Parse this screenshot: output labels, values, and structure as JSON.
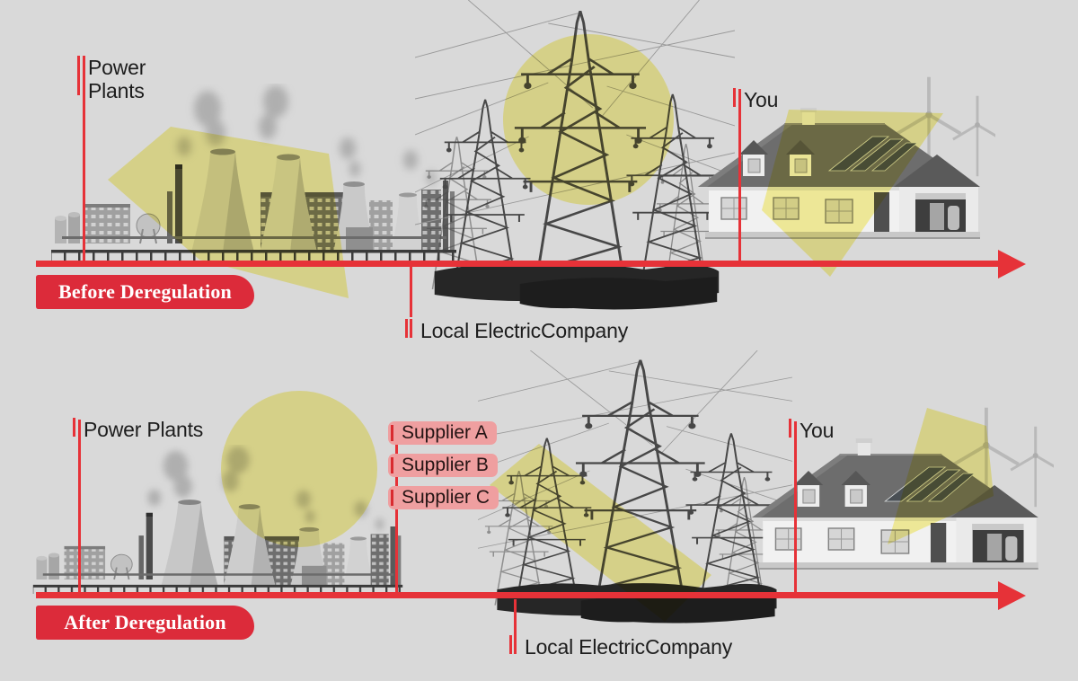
{
  "colors": {
    "background": "#d9d9d9",
    "accent_red": "#e63238",
    "badge_red": "#dc2b3a",
    "highlight_pink": "#ef9fa0",
    "overlay_yellow": "#d9d48c",
    "text": "#1d1d1d",
    "badge_text": "#ffffff"
  },
  "before": {
    "badge_label": "Before Deregulation",
    "power_plants_label": "Power Plants",
    "local_company_label": "Local ElectricCompany",
    "you_label": "You"
  },
  "after": {
    "badge_label": "After Deregulation",
    "power_plants_label": "Power Plants",
    "suppliers": [
      {
        "label": "Supplier A"
      },
      {
        "label": "Supplier B"
      },
      {
        "label": "Supplier C"
      }
    ],
    "local_company_label": "Local ElectricCompany",
    "you_label": "You"
  },
  "illustrations": {
    "power_plant": "power-plant-photo-collage",
    "transmission_towers": "transmission-towers-photo-collage",
    "house": "suburban-house-with-solar-panels-and-wind-turbines",
    "overlays": "yellow-highlight-shapes"
  }
}
